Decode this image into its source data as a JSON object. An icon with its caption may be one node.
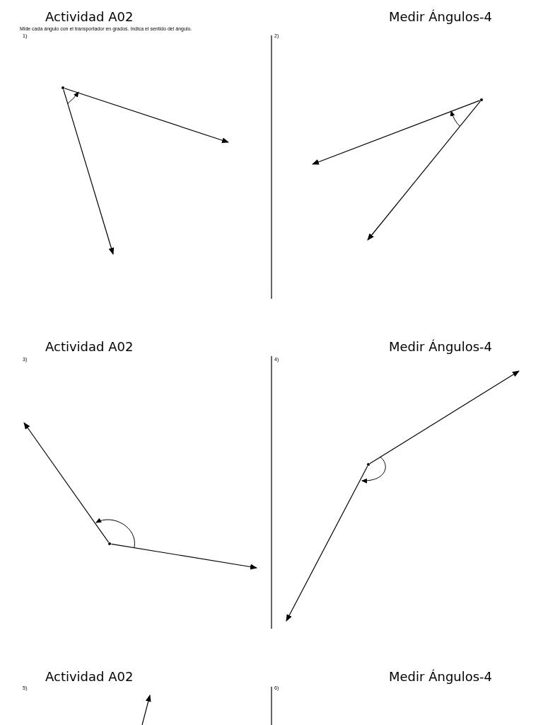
{
  "diagram": {
    "nodes": [
      {
        "text": [],
        "shape": "circle"
      },
      {
        "text": [],
        "shape": "circle"
      },
      {
        "text": [],
        "shape": "circle"
      },
      {
        "text": [],
        "shape": "circle"
      }
    ],
    "edges": [
      {
        "from": 0,
        "to": null,
        "arrow": "to"
      },
      {
        "from": 0,
        "to": null,
        "arrow": "to"
      },
      {
        "from": 1,
        "to": null,
        "arrow": "to"
      },
      {
        "from": 1,
        "to": null,
        "arrow": "to"
      },
      {
        "from": 2,
        "to": null,
        "arrow": "to"
      },
      {
        "from": 2,
        "to": null,
        "arrow": "to"
      },
      {
        "from": 3,
        "to": null,
        "arrow": "to"
      },
      {
        "from": 3,
        "to": null,
        "arrow": "to"
      }
    ],
    "labels": [
      "Actividad A02",
      "Medir Ángulos-4",
      "Mide cada ángulo con el transportador en grados. Indica el sentido del ángulo.",
      "1)",
      "2)",
      "Actividad A02",
      "Medir Ángulos-4",
      "3)",
      "4)",
      "Actividad A02",
      "Medir Ángulos-4",
      "5)",
      "6)"
    ]
  }
}
